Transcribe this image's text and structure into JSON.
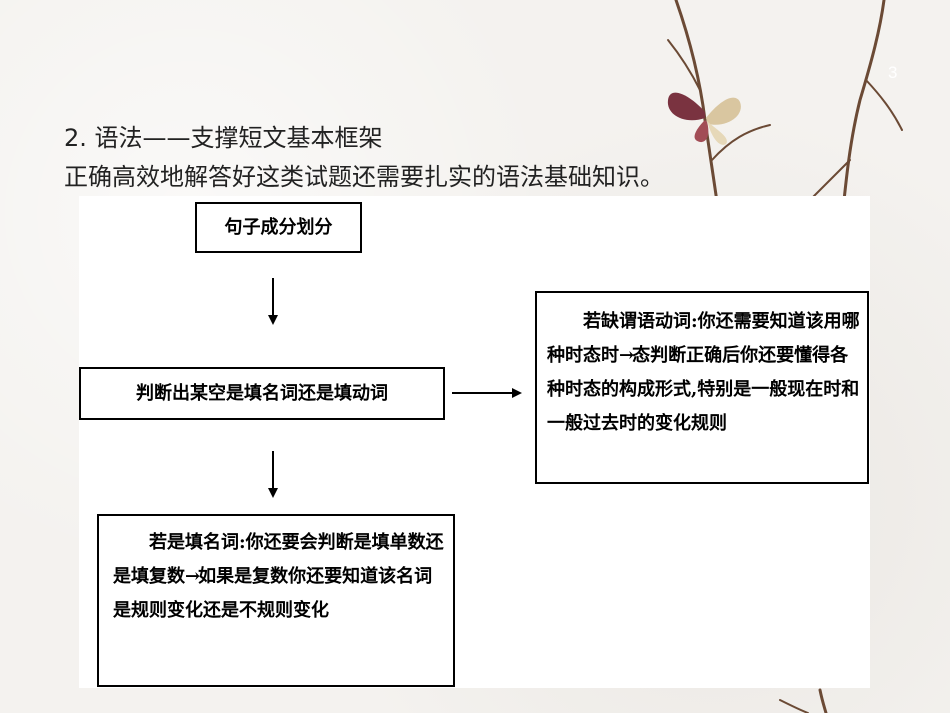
{
  "slide": {
    "page_number": "3",
    "heading": "2. 语法——支撑短文基本框架",
    "intro": "正确高效地解答好这类试题还需要扎实的语法基础知识。"
  },
  "flowchart": {
    "box_split": "句子成分划分",
    "box_judge": "判断出某空是填名词还是填动词",
    "box_verb": {
      "before_arrow": "若缺谓语动词:你还需要知道该用哪种时态时",
      "arrow": "→",
      "after_arrow": "态判断正确后你还要懂得各种时态的构成形式,特别是一般现在时和一般过去时的变化规则"
    },
    "box_noun": {
      "before_arrow": "若是填名词:你还要会判断是填单数还是填复数",
      "arrow": "→",
      "after_arrow": "如果是复数你还要知道该名词是规则变化还是不规则变化"
    }
  }
}
